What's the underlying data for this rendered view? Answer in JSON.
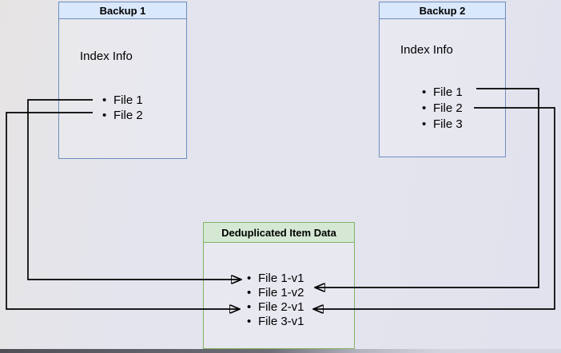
{
  "diagram": {
    "backup1": {
      "title": "Backup 1",
      "index_label": "Index Info",
      "files": [
        "File 1",
        "File 2"
      ]
    },
    "backup2": {
      "title": "Backup 2",
      "index_label": "Index Info",
      "files": [
        "File 1",
        "File 2",
        "File 3"
      ]
    },
    "dedup": {
      "title": "Deduplicated Item Data",
      "items": [
        "File 1-v1",
        "File 1-v2",
        "File 2-v1",
        "File 3-v1"
      ]
    },
    "connections": [
      {
        "from": "Backup 1 / File 1",
        "to": "File 1-v1"
      },
      {
        "from": "Backup 1 / File 2",
        "to": "File 2-v1"
      },
      {
        "from": "Backup 2 / File 1",
        "to": "File 1-v2"
      },
      {
        "from": "Backup 2 / File 2",
        "to": "File 2-v1"
      }
    ]
  },
  "colors": {
    "page_bg": "#e4e4ee",
    "backup_border": "#6c8ebf",
    "backup_title_fill": "#dae8fc",
    "dedup_border": "#82b366",
    "dedup_title_fill": "#d5e8d4",
    "connector": "#000000"
  }
}
